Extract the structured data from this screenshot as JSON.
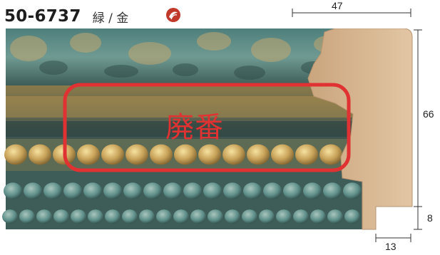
{
  "header": {
    "product_code": "50-6737",
    "color_name": "緑 / 金",
    "logo_icon": "brand-swirl-icon"
  },
  "stamp": {
    "text": "廃番",
    "color": "#e03232"
  },
  "dimensions": {
    "width": "47",
    "height": "66",
    "lip": "8",
    "rebate": "13"
  },
  "colors": {
    "patina": "#5f8f8a",
    "gold": "#c9a35a",
    "wood": "#d8b894",
    "dimension_line": "#333333"
  }
}
